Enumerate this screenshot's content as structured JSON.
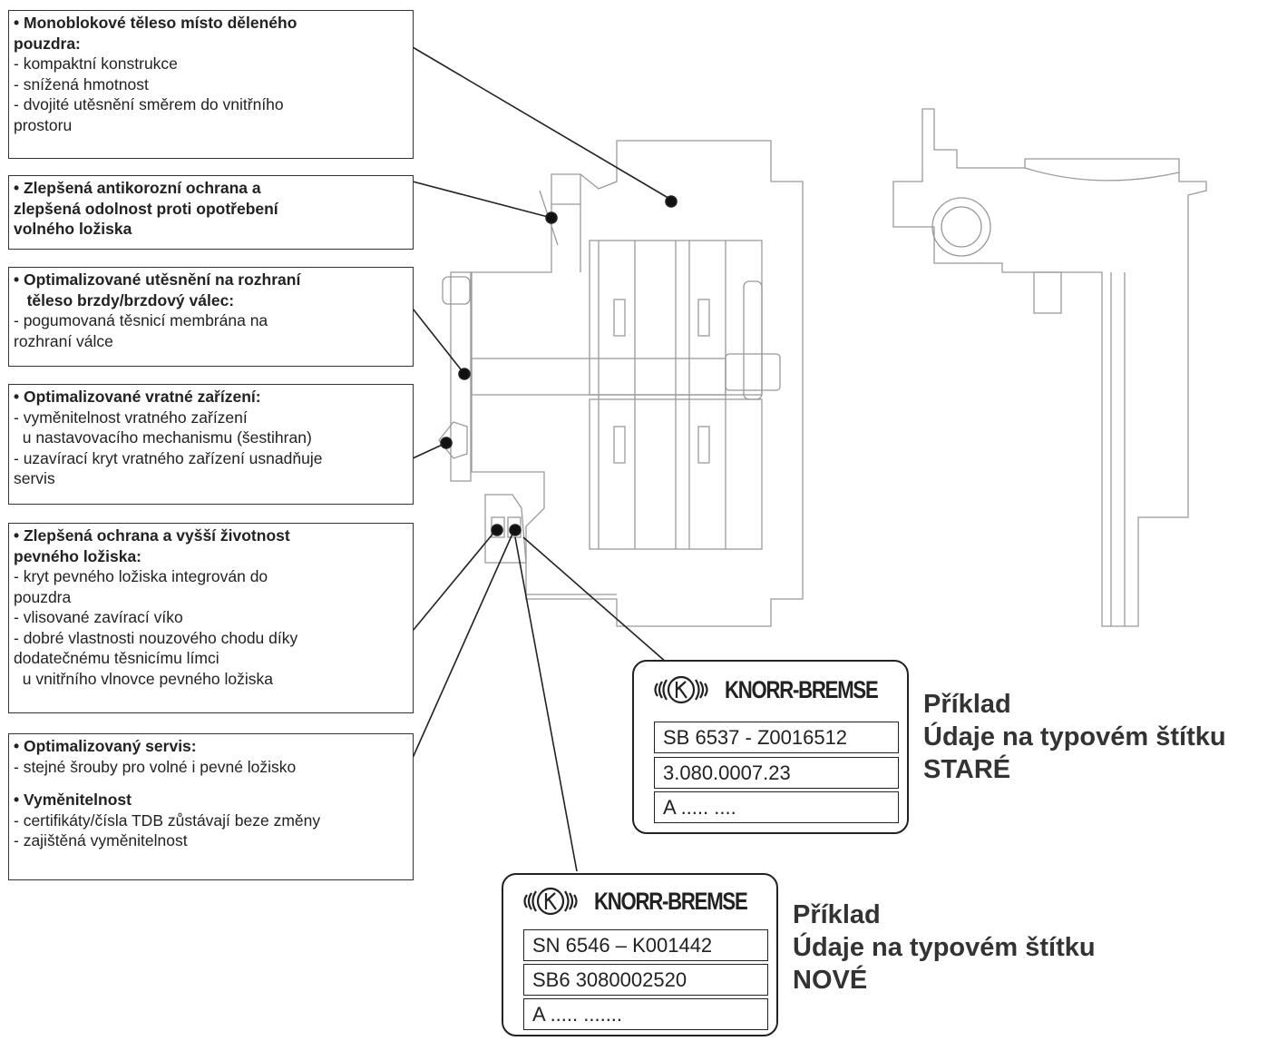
{
  "callouts": [
    {
      "heading": [
        "• Monoblokové těleso místo děleného",
        "pouzdra:"
      ],
      "items": [
        "- kompaktní konstrukce",
        "- snížená hmotnost",
        "- dvojité utěsnění směrem do vnitřního",
        "prostoru"
      ]
    },
    {
      "heading": [
        "• Zlepšená antikorozní ochrana a",
        "zlepšená odolnost proti opotřebení",
        "volného ložiska"
      ],
      "items": []
    },
    {
      "heading": [
        "• Optimalizované utěsnění na rozhraní",
        "   těleso brzdy/brzdový válec:"
      ],
      "items": [
        "- pogumovaná těsnicí membrána na",
        "rozhraní válce"
      ]
    },
    {
      "heading": [
        "• Optimalizované vratné zařízení:"
      ],
      "items": [
        "- vyměnitelnost vratného zařízení",
        "  u nastavovacího mechanismu (šestihran)",
        "- uzavírací kryt vratného zařízení usnadňuje",
        "servis"
      ]
    },
    {
      "heading": [
        "• Zlepšená ochrana a vyšší životnost",
        "pevného ložiska:"
      ],
      "items": [
        "- kryt pevného ložiska integrován do",
        "pouzdra",
        "- vlisované zavírací víko",
        "- dobré vlastnosti nouzového chodu díky",
        "dodatečnému těsnicímu límci",
        "  u vnitřního vlnovce pevného ložiska"
      ]
    },
    {
      "heading": [
        "• Optimalizovaný servis:"
      ],
      "items": [
        "- stejné šrouby pro volné i pevné ložisko"
      ],
      "heading2": [
        "• Vyměnitelnost"
      ],
      "items2": [
        "- certifikáty/čísla TDB zůstávají beze změny",
        "- zajištěná vyměnitelnost"
      ]
    }
  ],
  "plate_old": {
    "brand": "KNORR-BREMSE",
    "rows": [
      "SB 6537 - Z0016512",
      "3.080.0007.23",
      "A ..... ...."
    ]
  },
  "plate_new": {
    "brand": "KNORR-BREMSE",
    "rows": [
      "SN 6546 – K001442",
      "SB6 3080002520",
      "A ..... ......."
    ]
  },
  "label_old": [
    "Příklad",
    "Údaje na typovém štítku",
    "STARÉ"
  ],
  "label_new": [
    "Příklad",
    "Údaje na typovém štítku",
    "NOVÉ"
  ],
  "colors": {
    "line": "#222222",
    "drawing": "#999999"
  }
}
